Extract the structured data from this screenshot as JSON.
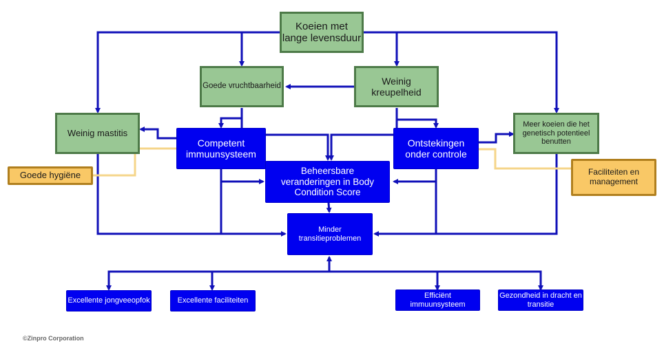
{
  "diagram": {
    "nodes": {
      "long_life": "Koeien met lange levensduur",
      "fertility": "Goede vruchtbaarheid",
      "lameness": "Weinig kreupelheid",
      "mastitis": "Weinig mastitis",
      "immune": "Competent immuunsysteem",
      "inflammation": "Ontstekingen onder controle",
      "genetic": "Meer koeien die het genetisch potentieel benutten",
      "hygiene": "Goede hygiëne",
      "facilities_mgmt": "Faciliteiten en management",
      "bcs": "Beheersbare veranderingen in Body Condition Score",
      "transition": "Minder transitieproblemen",
      "youngstock": "Excellente jongveeopfok",
      "facilities": "Excellente faciliteiten",
      "efficient_immune": "Efficiënt immuunsysteem",
      "health": "Gezondheid in dracht en transitie"
    },
    "colors": {
      "line": "#1010b8",
      "support_line": "#f5d58a",
      "green_fill": "#99c794",
      "blue_fill": "#0000f0",
      "orange_fill": "#f9c866"
    }
  },
  "footer": {
    "copyright": "©Zinpro Corporation"
  }
}
